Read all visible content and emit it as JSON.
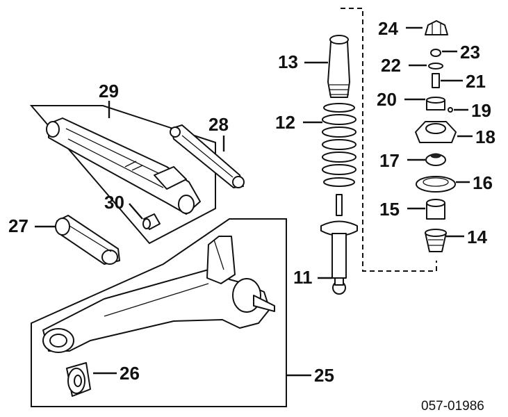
{
  "diagram": {
    "drawing_code": "057-01986",
    "callouts": {
      "c11": "11",
      "c12": "12",
      "c13": "13",
      "c14": "14",
      "c15": "15",
      "c16": "16",
      "c17": "17",
      "c18": "18",
      "c19": "19",
      "c20": "20",
      "c21": "21",
      "c22": "22",
      "c23": "23",
      "c24": "24",
      "c25": "25",
      "c26": "26",
      "c27": "27",
      "c28": "28",
      "c29": "29",
      "c30": "30"
    }
  }
}
